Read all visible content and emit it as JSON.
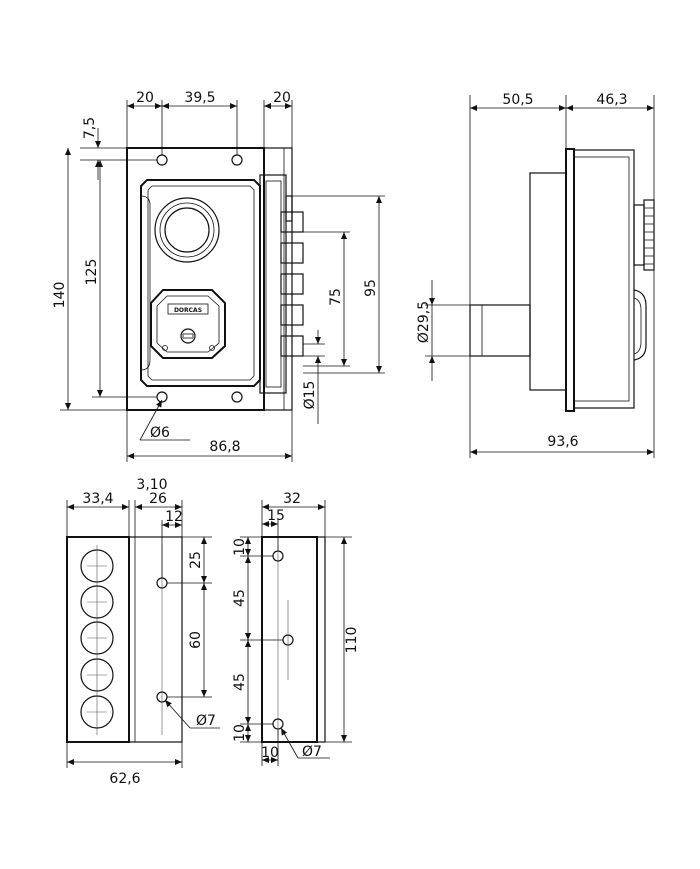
{
  "front_view": {
    "dims": {
      "top_left": "20",
      "top_mid": "39,5",
      "top_right": "20",
      "left_small": "7,5",
      "height_total": "140",
      "height_inner": "125",
      "bolt_span": "75",
      "bolt_span_outer": "95",
      "bolt_pitch": "15",
      "hole_diam": "6",
      "width": "86,8"
    },
    "phi": "Ø",
    "brand": "DORCAS"
  },
  "side_view": {
    "dims": {
      "top_left": "50,5",
      "top_right": "46,3",
      "cylinder_diam": "29,5",
      "width": "93,6"
    },
    "phi": "Ø"
  },
  "strike_view": {
    "dims": {
      "top_a": "33,4",
      "top_b": "3,10",
      "top_c": "26",
      "hole_offset": "12",
      "first_hole": "25",
      "hole_span": "60",
      "hole_diam": "7",
      "width": "62,6"
    },
    "phi": "Ø"
  },
  "plate_view": {
    "dims": {
      "width": "32",
      "hole_offset": "15",
      "top_gap": "10",
      "span_upper": "45",
      "span_lower": "45",
      "bottom_gap": "10",
      "height": "110",
      "bottom_offset": "10",
      "hole_diam": "7"
    },
    "phi": "Ø"
  }
}
